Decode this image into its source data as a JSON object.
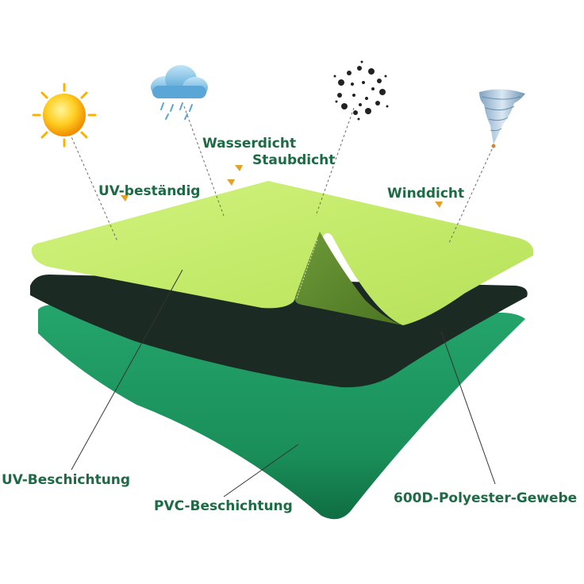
{
  "colors": {
    "label_text": "#1d6b45",
    "top_layer": "#c6ec6a",
    "middle_layer": "#1c2a24",
    "bottom_layer": "#1e9a62",
    "leader_line": "#555555"
  },
  "icons": {
    "sun": "sun-icon",
    "rain_cloud": "rain-cloud-icon",
    "dust": "dust-icon",
    "tornado": "tornado-icon"
  },
  "labels": {
    "uv_resistant": "UV-beständig",
    "waterproof": "Wasserdicht",
    "dustproof": "Staubdicht",
    "windproof": "Winddicht",
    "uv_coating": "UV-Beschichtung",
    "pvc_coating": "PVC-Beschichtung",
    "polyester_fabric": "600D-Polyester-Gewebe"
  }
}
